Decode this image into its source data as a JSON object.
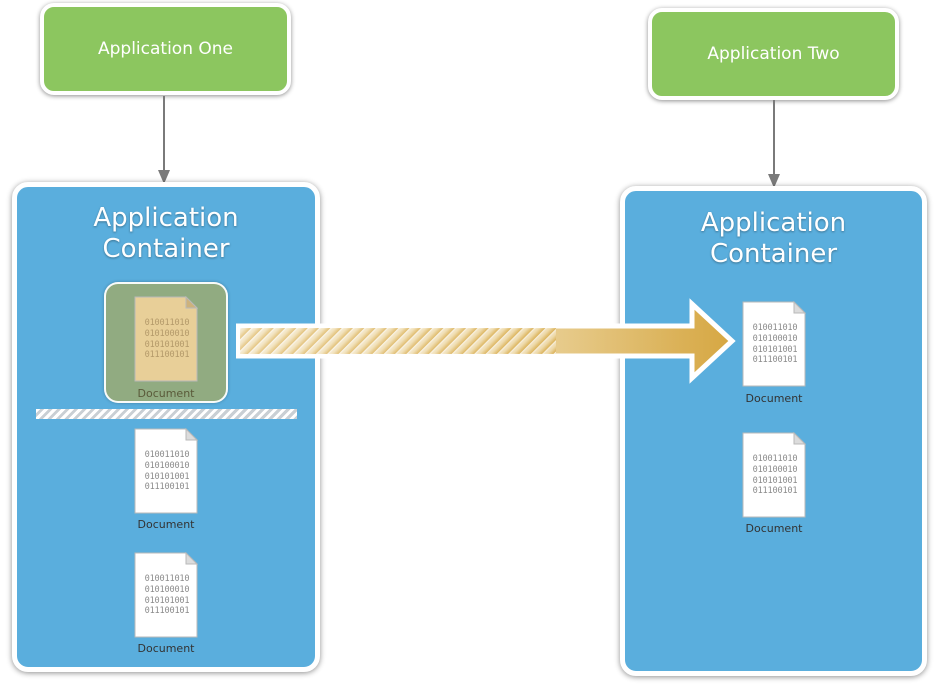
{
  "applications": [
    {
      "id": "app1",
      "label": "Application One"
    },
    {
      "id": "app2",
      "label": "Application Two"
    }
  ],
  "containers": [
    {
      "id": "container1",
      "title_line1": "Application",
      "title_line2": "Container"
    },
    {
      "id": "container2",
      "title_line1": "Application",
      "title_line2": "Container"
    }
  ],
  "document": {
    "label": "Document",
    "bits": [
      "010011010",
      "010100010",
      "010101001",
      "011100101"
    ]
  },
  "colors": {
    "app_green": "#8cc65f",
    "container_blue": "#5aaedd",
    "arrow_gold": "#d9ae4f",
    "selected_doc": "#e8cf98"
  }
}
